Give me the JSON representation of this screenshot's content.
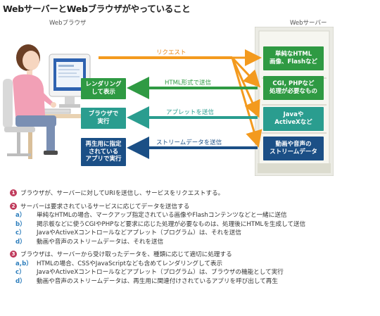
{
  "title": "WebサーバーとWebブラウザがやっていること",
  "browser_label": "Webブラウザ",
  "server_label": "Webサーバー",
  "browser_boxes": [
    "レンダリング\nして表示",
    "ブラウザで\n実行",
    "再生用に指定\nされている\nアプリで実行"
  ],
  "server_boxes": [
    "単純なHTML\n画像、Flashなど",
    "CGI, PHPなど\n処理が必要なもの",
    "Javaや\nActiveXなど",
    "動画や音声の\nストリームデータ"
  ],
  "arrows": {
    "request": "リクエスト",
    "html": "HTML形式で送信",
    "applet": "アプレットを送信",
    "stream": "ストリームデータを送信"
  },
  "notes": [
    {
      "num": "1",
      "text": "ブラウザが、サーバーに対してURIを送信し、サービスをリクエストする。"
    },
    {
      "num": "2",
      "text": "サーバーは要求されているサービスに応じてデータを送信する"
    },
    {
      "key": "a）",
      "text": "単純なHTMLの場合、マークアップ指定されている画像やFlashコンテンツなどと一緒に送信"
    },
    {
      "key": "b）",
      "text": "掲示板などに使うCGIやPHPなど要求に応じた処理が必要なものは、処理後にHTMLを生成して送信"
    },
    {
      "key": "c）",
      "text": "JavaやActiveXコントロールなどアプレット（プログラム）は、それを送信"
    },
    {
      "key": "d）",
      "text": "動画や音声のストリームデータは、それを送信"
    },
    {
      "num": "3",
      "text": "ブラウザは、サーバーから受け取ったデータを、種類に応じて適切に処理する"
    },
    {
      "key": "a,b）",
      "text": "HTMLの場合、CSSやJavaScriptなども含めてレンダリングして表示"
    },
    {
      "key": "c）",
      "text": "JavaやActiveXコントロールなどアプレット（プログラム）は、ブラウザの機能として実行"
    },
    {
      "key": "d）",
      "text": "動画や音声のストリームデータは、再生用に関連付けされているアプリを呼び出して再生"
    }
  ],
  "colors": {
    "green": "#2f9a43",
    "teal": "#2a9d8f",
    "blue": "#1b4f86",
    "orange": "#f39a1e",
    "bullet": "#c03b5c",
    "key": "#2f7fbd"
  }
}
